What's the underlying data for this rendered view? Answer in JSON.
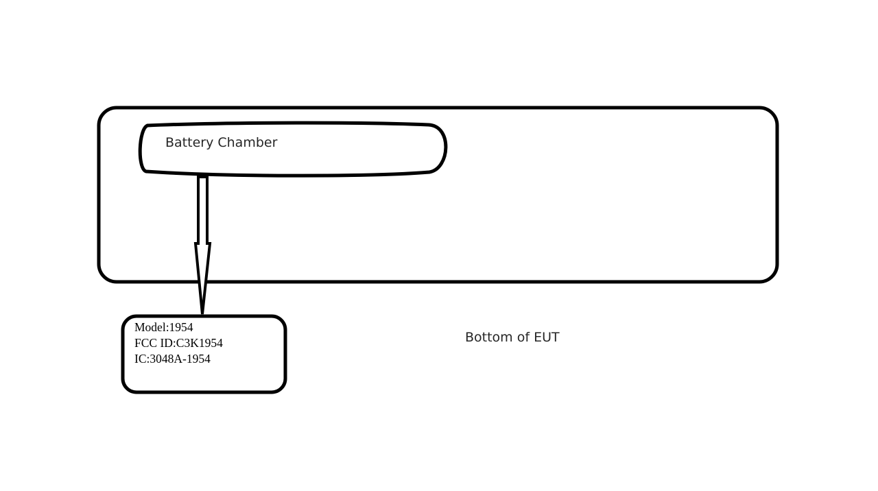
{
  "diagram": {
    "battery_chamber_label": "Battery Chamber",
    "label_lines": [
      "Model:1954",
      "FCC ID:C3K1954",
      "IC:3048A-1954"
    ],
    "caption": "Bottom of EUT"
  },
  "colors": {
    "stroke": "#000000",
    "background": "#ffffff",
    "text": "#262626"
  }
}
